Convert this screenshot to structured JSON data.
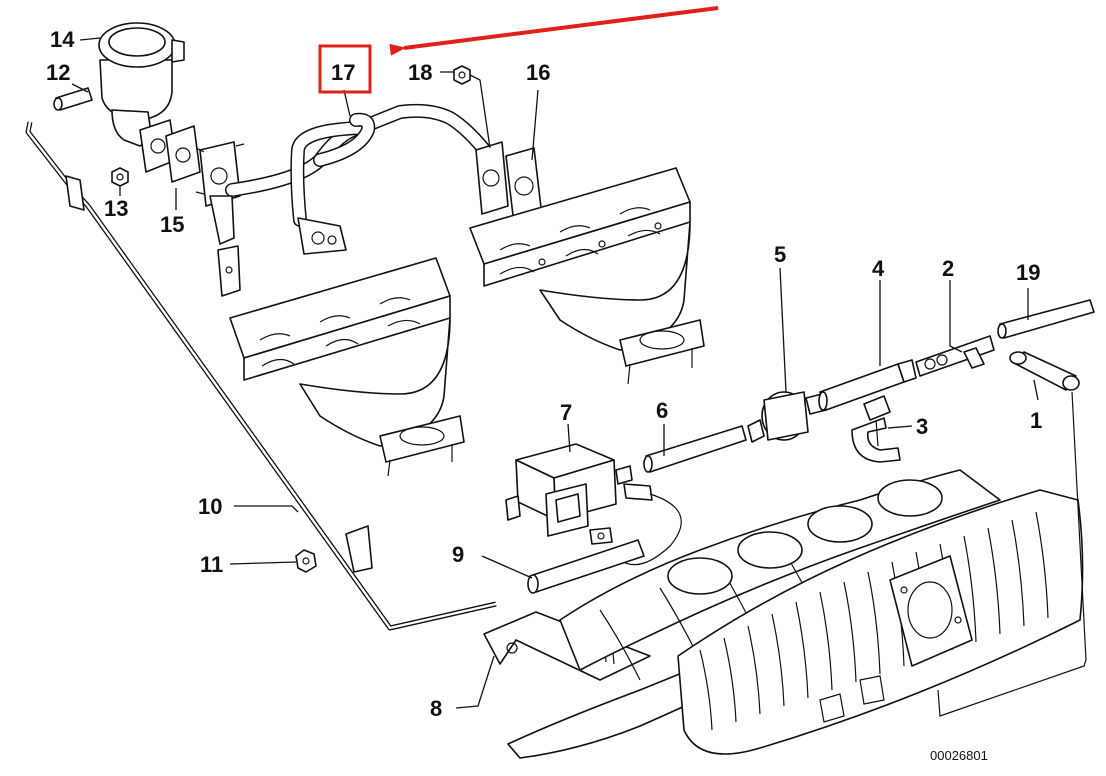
{
  "diagram": {
    "part_numbers": [
      "1",
      "2",
      "3",
      "4",
      "5",
      "6",
      "7",
      "8",
      "9",
      "10",
      "11",
      "12",
      "13",
      "14",
      "15",
      "16",
      "17",
      "18",
      "19"
    ],
    "highlighted_part": "17",
    "highlight_color": "#e0201b",
    "arrow_color": "#e0201b",
    "reference_code": "00026801"
  }
}
